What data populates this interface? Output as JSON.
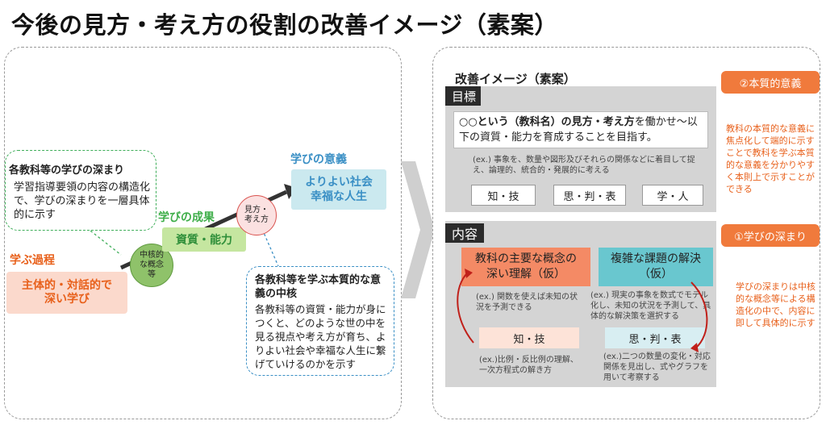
{
  "title": "今後の見方・考え方の役割の改善イメージ（素案）",
  "left": {
    "bubble_deep": {
      "heading": "各教科等の学びの深まり",
      "body": "学習指導要領の内容の構造化で、学びの深まりを一層具体的に示す"
    },
    "process_label": "学ぶ過程",
    "process_box": "主体的・対話的で\n深い学び",
    "core_circle": "中核的\nな概念\n等",
    "result_label": "学びの成果",
    "result_box": "資質・能力",
    "view_circle": "見方・\n考え方",
    "meaning_label": "学びの意義",
    "meaning_box": "よりよい社会\n幸福な人生",
    "bubble_core": {
      "heading": "各教科等を学ぶ本質的な意義の中核",
      "body": "各教科等の資質・能力が身につくと、どのような世の中を見る視点や考え方が育ち、よりよい社会や幸福な人生に繋げていけるのかを示す"
    }
  },
  "right": {
    "heading": "改善イメージ（素案）",
    "goal": {
      "header": "目標",
      "statement_bold": "○○という（教科名）の見方・考え方",
      "statement_rest": "を働かせ～以下の資質・能力を育成することを目指す。",
      "example": "(ex.) 事象を、数量や図形及びそれらの関係などに着目して捉え、論理的、統合的・発展的に考える",
      "tags": [
        "知・技",
        "思・判・表",
        "学・人"
      ]
    },
    "content": {
      "header": "内容",
      "concept_box": "教科の主要な概念の\n深い理解（仮）",
      "problem_box": "複雑な課題の解決\n（仮）",
      "ex_left": "(ex.) 関数を使えば未知の状況を予測できる",
      "ex_right": "(ex.) 現実の事象を数式でモデル化し、未知の状況を予測して、具体的な解決策を選択する",
      "tag_left": "知・技",
      "tag_right": "思・判・表",
      "ex_bottom_left": "(ex.)比例・反比例の理解、一次方程式の解き方",
      "ex_bottom_right": "(ex.)二つの数量の変化・対応関係を見出し、式やグラフを用いて考察する"
    },
    "badge_essential": "②本質的意義",
    "note_essential": "教科の本質的な意義に焦点化して端的に示すことで教科を学ぶ本質的な意義を分かりやすく本則上で示すことができる",
    "badge_deep": "①学びの深まり",
    "note_deep": "学びの深まりは中核的な概念等による構造化の中で、内容に即して具体的に示す"
  },
  "colors": {
    "green": "#3fae4a",
    "orange": "#e8611c",
    "blue": "#3a8fc5",
    "salmon_box": "#fbd9cc",
    "green_box": "#c5e6a0",
    "cyan_box": "#cbe9ef",
    "concept_box": "#f48a65",
    "problem_box": "#69c7cf"
  }
}
